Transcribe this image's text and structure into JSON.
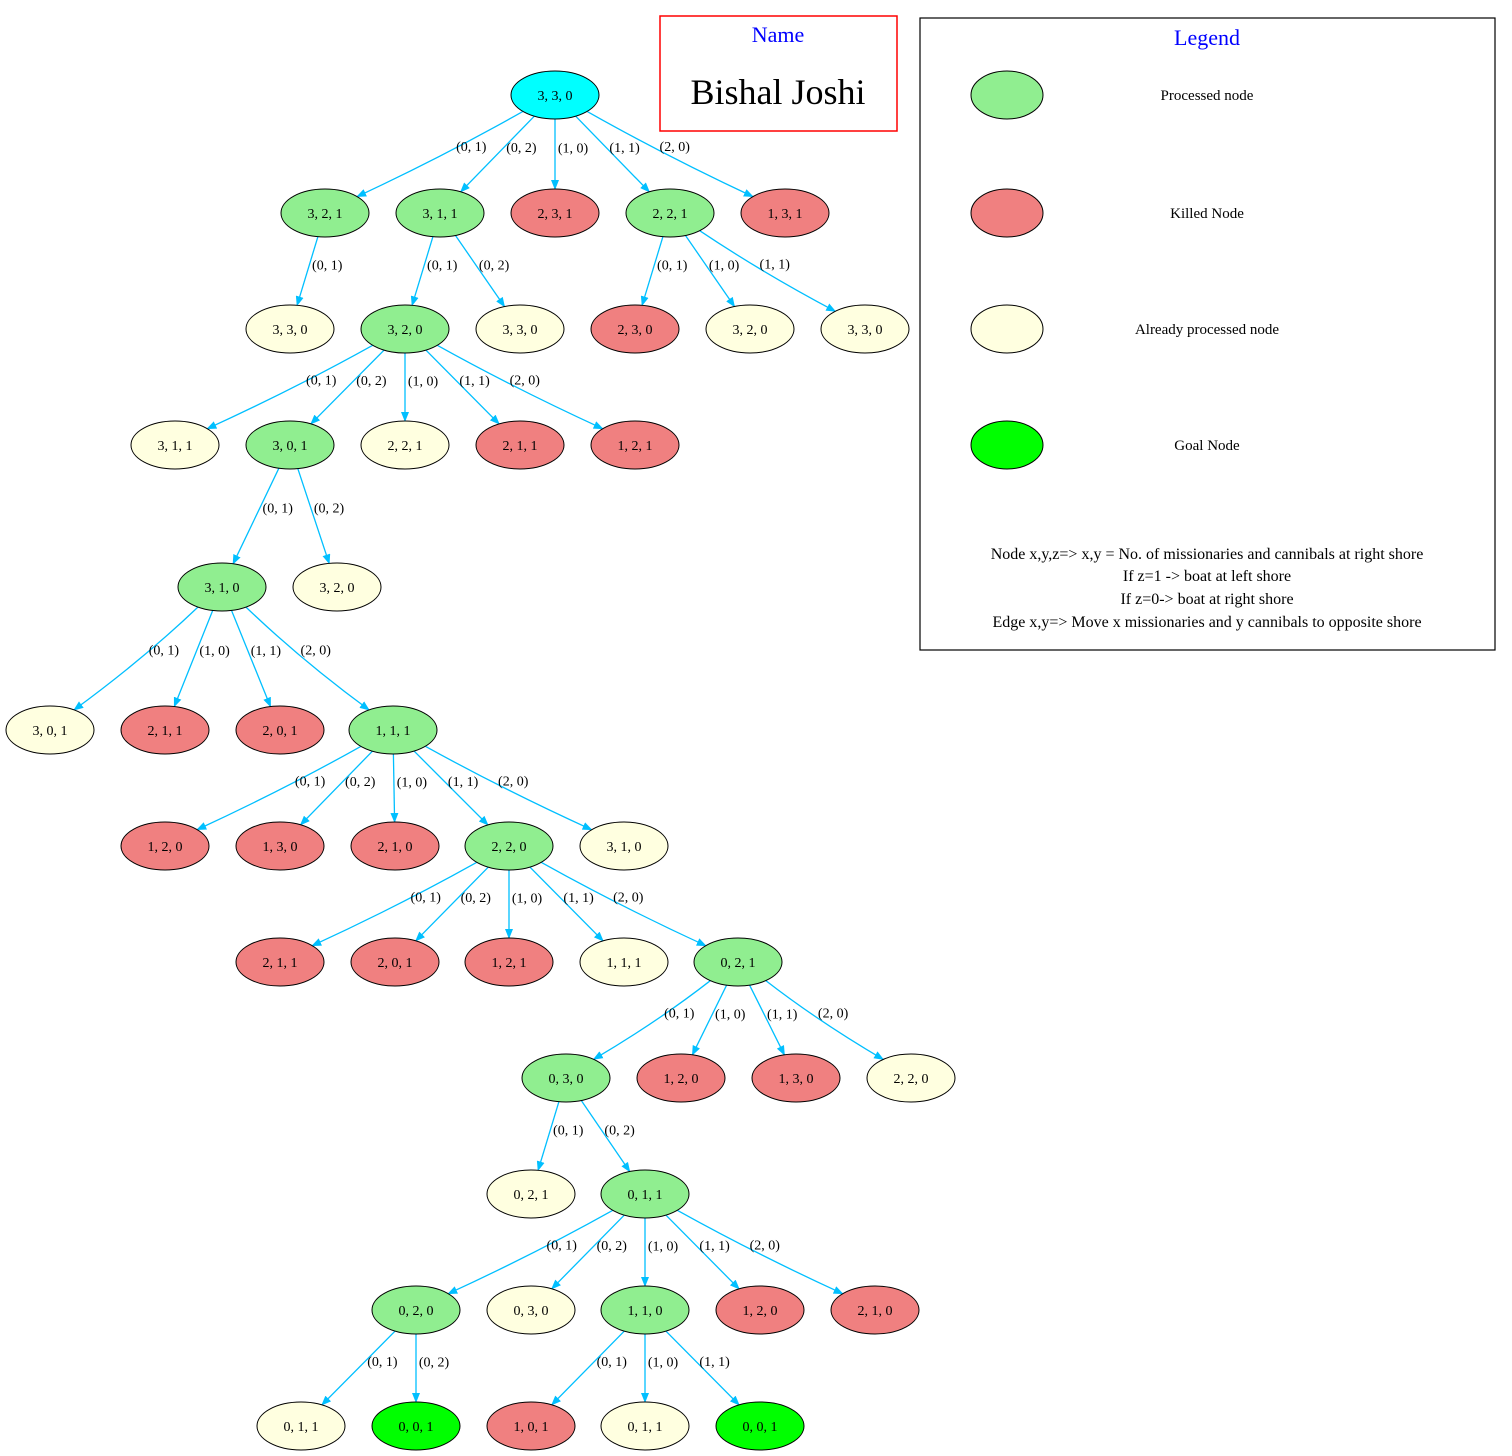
{
  "name_box": {
    "title": "Name",
    "value": "Bishal Joshi"
  },
  "legend": {
    "title": "Legend",
    "items": [
      {
        "label": "Processed node",
        "status": "processed"
      },
      {
        "label": "Killed Node",
        "status": "killed"
      },
      {
        "label": "Already processed node",
        "status": "already"
      },
      {
        "label": "Goal Node",
        "status": "goal"
      }
    ],
    "notes": [
      "Node x,y,z=> x,y = No. of missionaries and cannibals at right shore",
      "If z=1 -> boat at left shore",
      "If z=0-> boat at right shore",
      "Edge x,y=> Move x missionaries and y cannibals to opposite shore"
    ]
  },
  "colors": {
    "root": "#00ffff",
    "processed": "#90ee90",
    "killed": "#f08080",
    "already": "#ffffe0",
    "goal": "#00ff00",
    "edge": "#00bfff",
    "name_border": "#ff0000",
    "title_text": "#0000ff"
  },
  "nodes": [
    {
      "id": "n0",
      "label": "3, 3, 0",
      "status": "root"
    },
    {
      "id": "n1",
      "label": "3, 2, 1",
      "status": "processed"
    },
    {
      "id": "n2",
      "label": "3, 1, 1",
      "status": "processed"
    },
    {
      "id": "n3",
      "label": "2, 3, 1",
      "status": "killed"
    },
    {
      "id": "n4",
      "label": "2, 2, 1",
      "status": "processed"
    },
    {
      "id": "n5",
      "label": "1, 3, 1",
      "status": "killed"
    },
    {
      "id": "n6",
      "label": "3, 3, 0",
      "status": "already"
    },
    {
      "id": "n7",
      "label": "3, 2, 0",
      "status": "processed"
    },
    {
      "id": "n8",
      "label": "3, 3, 0",
      "status": "already"
    },
    {
      "id": "n9",
      "label": "2, 3, 0",
      "status": "killed"
    },
    {
      "id": "n10",
      "label": "3, 2, 0",
      "status": "already"
    },
    {
      "id": "n11",
      "label": "3, 3, 0",
      "status": "already"
    },
    {
      "id": "n12",
      "label": "3, 1, 1",
      "status": "already"
    },
    {
      "id": "n13",
      "label": "3, 0, 1",
      "status": "processed"
    },
    {
      "id": "n14",
      "label": "2, 2, 1",
      "status": "already"
    },
    {
      "id": "n15",
      "label": "2, 1, 1",
      "status": "killed"
    },
    {
      "id": "n16",
      "label": "1, 2, 1",
      "status": "killed"
    },
    {
      "id": "n17",
      "label": "3, 1, 0",
      "status": "processed"
    },
    {
      "id": "n18",
      "label": "3, 2, 0",
      "status": "already"
    },
    {
      "id": "n19",
      "label": "3, 0, 1",
      "status": "already"
    },
    {
      "id": "n20",
      "label": "2, 1, 1",
      "status": "killed"
    },
    {
      "id": "n21",
      "label": "2, 0, 1",
      "status": "killed"
    },
    {
      "id": "n22",
      "label": "1, 1, 1",
      "status": "processed"
    },
    {
      "id": "n23",
      "label": "1, 2, 0",
      "status": "killed"
    },
    {
      "id": "n24",
      "label": "1, 3, 0",
      "status": "killed"
    },
    {
      "id": "n25",
      "label": "2, 1, 0",
      "status": "killed"
    },
    {
      "id": "n26",
      "label": "2, 2, 0",
      "status": "processed"
    },
    {
      "id": "n27",
      "label": "3, 1, 0",
      "status": "already"
    },
    {
      "id": "n28",
      "label": "2, 1, 1",
      "status": "killed"
    },
    {
      "id": "n29",
      "label": "2, 0, 1",
      "status": "killed"
    },
    {
      "id": "n30",
      "label": "1, 2, 1",
      "status": "killed"
    },
    {
      "id": "n31",
      "label": "1, 1, 1",
      "status": "already"
    },
    {
      "id": "n32",
      "label": "0, 2, 1",
      "status": "processed"
    },
    {
      "id": "n33",
      "label": "0, 3, 0",
      "status": "processed"
    },
    {
      "id": "n34",
      "label": "1, 2, 0",
      "status": "killed"
    },
    {
      "id": "n35",
      "label": "1, 3, 0",
      "status": "killed"
    },
    {
      "id": "n36",
      "label": "2, 2, 0",
      "status": "already"
    },
    {
      "id": "n37",
      "label": "0, 2, 1",
      "status": "already"
    },
    {
      "id": "n38",
      "label": "0, 1, 1",
      "status": "processed"
    },
    {
      "id": "n39",
      "label": "0, 2, 0",
      "status": "processed"
    },
    {
      "id": "n40",
      "label": "0, 3, 0",
      "status": "already"
    },
    {
      "id": "n41",
      "label": "1, 1, 0",
      "status": "processed"
    },
    {
      "id": "n42",
      "label": "1, 2, 0",
      "status": "killed"
    },
    {
      "id": "n43",
      "label": "2, 1, 0",
      "status": "killed"
    },
    {
      "id": "n44",
      "label": "0, 1, 1",
      "status": "already"
    },
    {
      "id": "n45",
      "label": "0, 0, 1",
      "status": "goal"
    },
    {
      "id": "n46",
      "label": "1, 0, 1",
      "status": "killed"
    },
    {
      "id": "n47",
      "label": "0, 1, 1",
      "status": "already"
    },
    {
      "id": "n48",
      "label": "0, 0, 1",
      "status": "goal"
    }
  ],
  "edges": [
    {
      "from": "n0",
      "to": "n1",
      "label": "(0, 1)"
    },
    {
      "from": "n0",
      "to": "n2",
      "label": "(0, 2)"
    },
    {
      "from": "n0",
      "to": "n3",
      "label": "(1, 0)"
    },
    {
      "from": "n0",
      "to": "n4",
      "label": "(1, 1)"
    },
    {
      "from": "n0",
      "to": "n5",
      "label": "(2, 0)"
    },
    {
      "from": "n1",
      "to": "n6",
      "label": "(0, 1)"
    },
    {
      "from": "n2",
      "to": "n7",
      "label": "(0, 1)"
    },
    {
      "from": "n2",
      "to": "n8",
      "label": "(0, 2)"
    },
    {
      "from": "n4",
      "to": "n9",
      "label": "(0, 1)"
    },
    {
      "from": "n4",
      "to": "n10",
      "label": "(1, 0)"
    },
    {
      "from": "n4",
      "to": "n11",
      "label": "(1, 1)"
    },
    {
      "from": "n7",
      "to": "n12",
      "label": "(0, 1)"
    },
    {
      "from": "n7",
      "to": "n13",
      "label": "(0, 2)"
    },
    {
      "from": "n7",
      "to": "n14",
      "label": "(1, 0)"
    },
    {
      "from": "n7",
      "to": "n15",
      "label": "(1, 1)"
    },
    {
      "from": "n7",
      "to": "n16",
      "label": "(2, 0)"
    },
    {
      "from": "n13",
      "to": "n17",
      "label": "(0, 1)"
    },
    {
      "from": "n13",
      "to": "n18",
      "label": "(0, 2)"
    },
    {
      "from": "n17",
      "to": "n19",
      "label": "(0, 1)"
    },
    {
      "from": "n17",
      "to": "n20",
      "label": "(1, 0)"
    },
    {
      "from": "n17",
      "to": "n21",
      "label": "(1, 1)"
    },
    {
      "from": "n17",
      "to": "n22",
      "label": "(2, 0)"
    },
    {
      "from": "n22",
      "to": "n23",
      "label": "(0, 1)"
    },
    {
      "from": "n22",
      "to": "n24",
      "label": "(0, 2)"
    },
    {
      "from": "n22",
      "to": "n25",
      "label": "(1, 0)"
    },
    {
      "from": "n22",
      "to": "n26",
      "label": "(1, 1)"
    },
    {
      "from": "n22",
      "to": "n27",
      "label": "(2, 0)"
    },
    {
      "from": "n26",
      "to": "n28",
      "label": "(0, 1)"
    },
    {
      "from": "n26",
      "to": "n29",
      "label": "(0, 2)"
    },
    {
      "from": "n26",
      "to": "n30",
      "label": "(1, 0)"
    },
    {
      "from": "n26",
      "to": "n31",
      "label": "(1, 1)"
    },
    {
      "from": "n26",
      "to": "n32",
      "label": "(2, 0)"
    },
    {
      "from": "n32",
      "to": "n33",
      "label": "(0, 1)"
    },
    {
      "from": "n32",
      "to": "n34",
      "label": "(1, 0)"
    },
    {
      "from": "n32",
      "to": "n35",
      "label": "(1, 1)"
    },
    {
      "from": "n32",
      "to": "n36",
      "label": "(2, 0)"
    },
    {
      "from": "n33",
      "to": "n37",
      "label": "(0, 1)"
    },
    {
      "from": "n33",
      "to": "n38",
      "label": "(0, 2)"
    },
    {
      "from": "n38",
      "to": "n39",
      "label": "(0, 1)"
    },
    {
      "from": "n38",
      "to": "n40",
      "label": "(0, 2)"
    },
    {
      "from": "n38",
      "to": "n41",
      "label": "(1, 0)"
    },
    {
      "from": "n38",
      "to": "n42",
      "label": "(1, 1)"
    },
    {
      "from": "n38",
      "to": "n43",
      "label": "(2, 0)"
    },
    {
      "from": "n39",
      "to": "n44",
      "label": "(0, 1)"
    },
    {
      "from": "n39",
      "to": "n45",
      "label": "(0, 2)"
    },
    {
      "from": "n41",
      "to": "n46",
      "label": "(0, 1)"
    },
    {
      "from": "n41",
      "to": "n47",
      "label": "(1, 0)"
    },
    {
      "from": "n41",
      "to": "n48",
      "label": "(1, 1)"
    }
  ]
}
